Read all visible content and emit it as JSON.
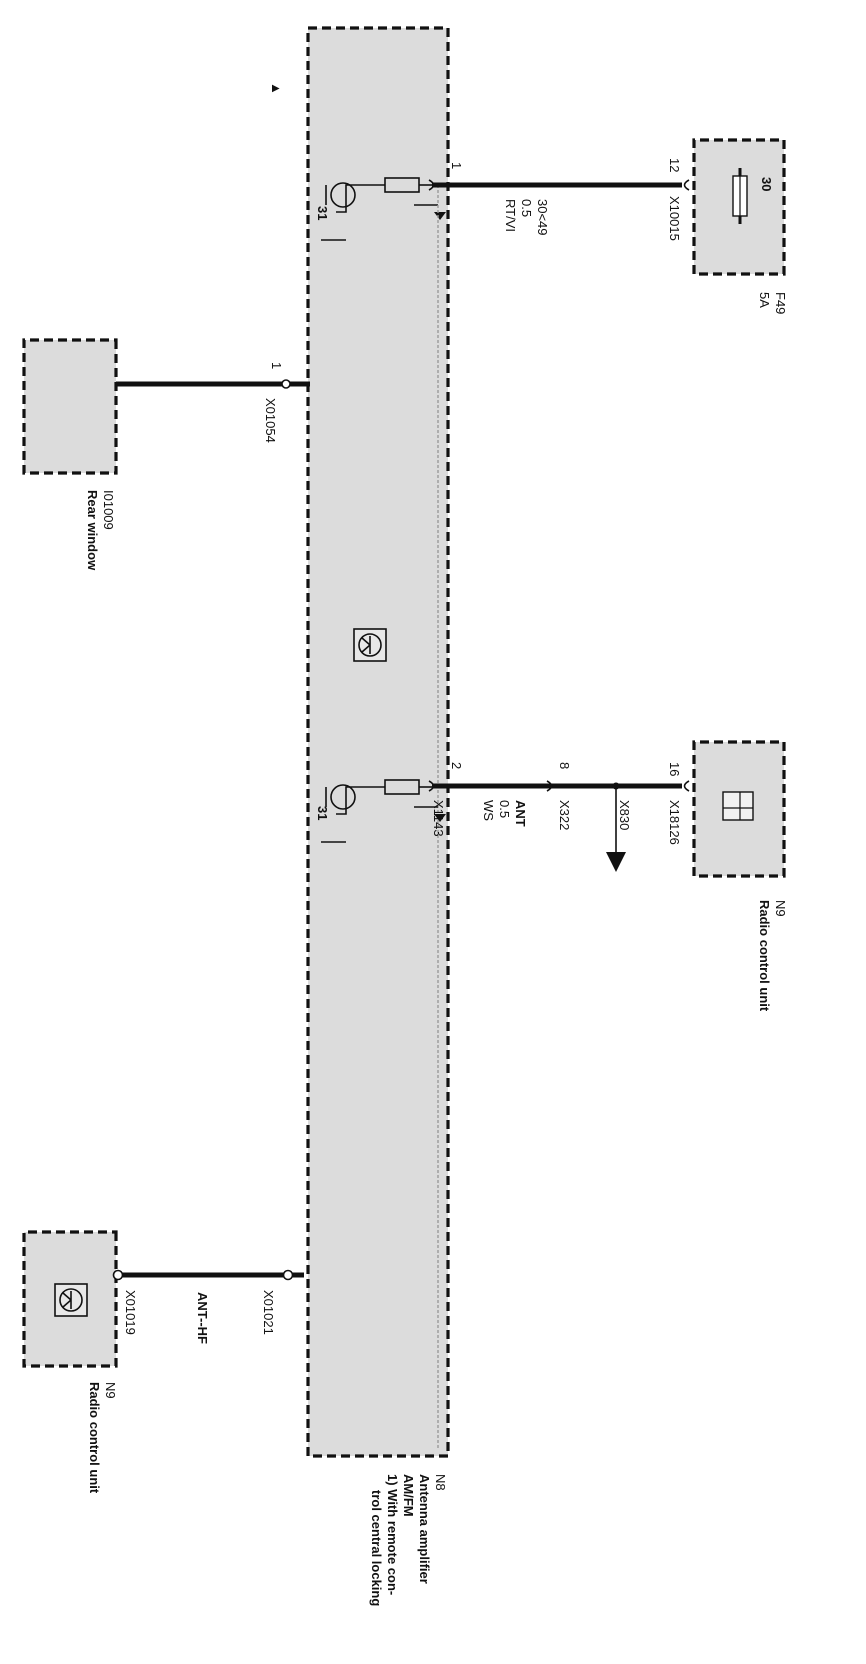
{
  "components": {
    "n8": {
      "id": "N8",
      "description": [
        "Antenna amplifier",
        "AM/FM",
        "1) With remote con-",
        "trol central locking"
      ]
    },
    "f49": {
      "id": "F49",
      "rating": "5A",
      "terminal": "30"
    },
    "rear_window": {
      "id": "I01009",
      "name": "Rear window"
    },
    "n9_upper": {
      "id": "N9",
      "name": "Radio control unit"
    },
    "n9_lower": {
      "id": "N9",
      "name": "Radio control unit"
    }
  },
  "wires": {
    "power": {
      "pin_left": "1",
      "pin_right": "12",
      "connector": "X10015",
      "lines": [
        "30<49",
        "0.5",
        "RT/VI"
      ]
    },
    "rear_window": {
      "pin": "1",
      "connector": "X01054"
    },
    "antenna": {
      "pin_left": "2",
      "connector_left": "X1143",
      "lines": [
        "ANT",
        "0.5",
        "WS"
      ],
      "mid_pin": "8",
      "mid_connector": "X322",
      "splice": "X830",
      "pin_right": "16",
      "connector_right": "X18126"
    },
    "hf": {
      "connector_left": "X01021",
      "name": "ANT--HF",
      "connector_right": "X01019"
    }
  },
  "ground_labels": [
    "31",
    "31"
  ]
}
